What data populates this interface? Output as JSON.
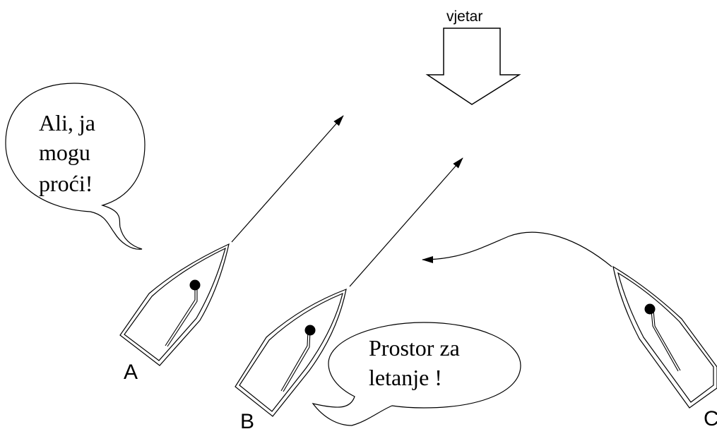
{
  "wind": {
    "label": "vjetar"
  },
  "boats": [
    {
      "id": "A",
      "label": "A"
    },
    {
      "id": "B",
      "label": "B"
    },
    {
      "id": "C",
      "label": "C"
    }
  ],
  "bubbles": {
    "boat_a": {
      "lines": [
        "Ali, ja",
        "mogu",
        "proći!"
      ]
    },
    "boat_b": {
      "lines": [
        "Prostor za",
        "letanje !"
      ]
    }
  },
  "colors": {
    "ink": "#000000",
    "background": "#ffffff"
  }
}
